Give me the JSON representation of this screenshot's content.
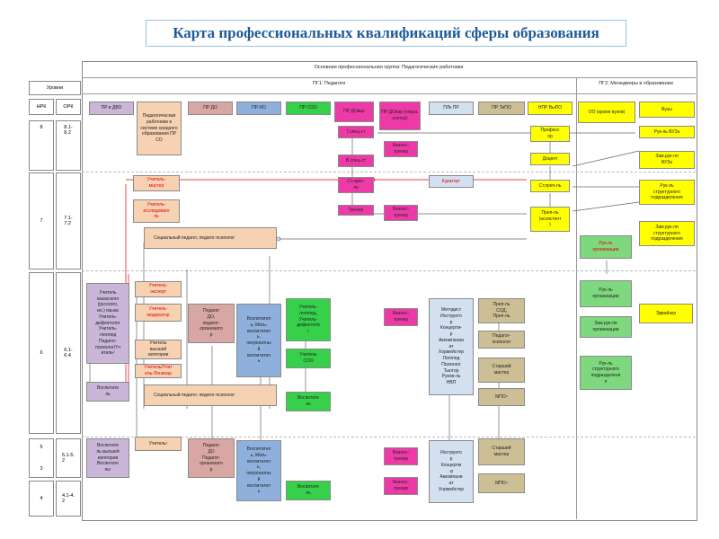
{
  "title": "Карта профессиональных квалификаций сферы образования",
  "headers": {
    "main_group": "Основная профессиональная группа: Педагогические работники",
    "pg1": "ПГ1: Педагоги",
    "pg2": "ПГ2: Менеджеры в образовании",
    "levels": "Уровни",
    "nrk": "НРК",
    "ork": "ОРК"
  },
  "levels": [
    {
      "nrk": "8",
      "ork": "8.1-\n8.2"
    },
    {
      "nrk": "7",
      "ork": "7.1-\n7.2"
    },
    {
      "nrk": "6",
      "ork": "6.1-\n6.4"
    },
    {
      "nrk": "5\n\n\n\n3",
      "ork": "5.1-5.\n2"
    },
    {
      "nrk": "4",
      "ork": "4.1-4.\n2"
    }
  ],
  "columns": [
    "ПР в ДВО",
    "Педагогичаская работники в системе среднего образования ПР СО",
    "ПР ДО",
    "ПР ИО",
    "ПР СОО",
    "ПР ДОвар",
    "ПР ДОвар (нерез. сектор)",
    "ПЛк ПР",
    "ПР ТиПО",
    "НПР ВыПО",
    "ОО (кроме вузов)",
    "Вузы"
  ],
  "boxes": {
    "teacher_master": "Учитель-\nмастер",
    "teacher_researcher": "Учитель-\nисследовате\nль",
    "social_pedagogue_1": "Социальный педагог, педагог-психолог",
    "social_pedagogue_2": "Социальный педагог, педагог-психолог",
    "teacher_expert": "Учитель-\nэксперт",
    "teacher_moderator": "Учитель-\nмодератор",
    "teacher_highest": "Учитель\nвысшей\nкатегории",
    "teacher_small": "Учитель/Учит\nель-Ленинар",
    "teacher_list": "Учитель\nказахского\n(русского,\nин.) языка\nУчитель-\nдефектолог\nУчитель-\nлогопед\nПедагог-\nпсихолог/Уч\nитель²",
    "educator_6": "Воспитате\nль",
    "educator_5": "Воспитате\nль высшей\nкатегории\nВоспитате\nль¹",
    "teacher_5": "Учитель¹",
    "pdo_6": "Педагог\nДО,\nпедагог-\nорганизато\nр",
    "pdo_5": "Педагог\nДО\nПедагог-\nорганизато\nр",
    "io_6": "Воспитател\nь, Мать-\nвоспитател\nь,\nпатронатны\nй\nвоспитател\nь",
    "io_5": "Воспитател\nь, Мать-\nвоспитател\nь,\nпатронатны\nй\nвоспитател\nь",
    "soo_6a": "Учитель-\nлогопед,\nУчитель-\nдефектоло\nг",
    "soo_6b": "Учитель\nСОО",
    "soo_6c": "Воспитате\nль",
    "soo_4": "Воспитате\nль",
    "g_spec": "Г.спец-ст",
    "v_spec": "В.спец-ст",
    "st_prep": "Ст.преп-\nль",
    "trainer": "Тренер",
    "biz_1": "Бизнес-\nтренер",
    "biz_2": "Бизнес-\nтренер",
    "biz_3": "Бизнес-\nтренер",
    "biz_4": "Бизнес-\nтренер",
    "biz_5": "Бизнес-\nтренер",
    "curator": "Куратор⁵",
    "plk_6": "Методист\nИнструкто\nр\nКонцертм-\nр\nАккомпаниа\nат\nХормейстер\nЛогопед\nПсихолог\nТьютор\nРуков-ль\nНВП",
    "plk_5": "Инструкто\nр\nКонцертм\n-р\nАккомпани\nат\nХормейстер",
    "tipo_1": "Преп-ль\nСОД,\nПреп-ль",
    "tipo_2": "Педагог-\nпсихолог",
    "tipo_3": "Старший\nмастер",
    "tipo_4": "МПО⁴",
    "tipo_5": "Старший\nмастер",
    "tipo_6": "МПО⁴",
    "professor": "Професс\nор",
    "docent": "Доцент",
    "st_prep_vuz": "Ст.преп-ль",
    "prep_assist": "Преп-ль\n(ассистент\n)",
    "rector": "Рук-ль ВУЗа",
    "vice_rector": "Зам.рук-ля\nВУЗа",
    "struct_head": "Рук-ль\nструктурного\nподразделения",
    "vice_struct": "Зам.рук-ля\nструктурного\nподразделения",
    "org_head_red": "Рук-ль\nорганизации",
    "org_head": "Рук-ль\nорганизации",
    "vice_org": "Зам.рук-ля\nорганизации",
    "struct_head_2": "Рук-ль\nструктурного\nподразделени\nя",
    "edvaizer": "Эдвайзер"
  },
  "colors": {
    "lilac": "#c9b6d9",
    "peach": "#f6d2b3",
    "rose": "#d9a7a3",
    "blue": "#8fb0dd",
    "green": "#36d04a",
    "pink": "#ee3aa7",
    "light_blue": "#d3e0f0",
    "tan": "#cdbf95",
    "yellow": "#ffff00",
    "light_green": "#7ed87e",
    "title": "#1f5b99",
    "accent_red": "#e00000"
  }
}
